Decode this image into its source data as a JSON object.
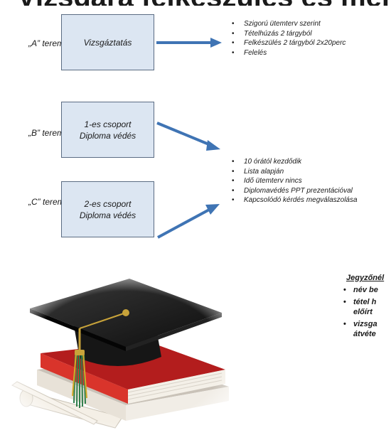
{
  "title_fragment": "Vizsgára felkészülés és menet",
  "rooms": [
    {
      "label": "„A” terem",
      "box_text": "Vizsgáztatás"
    },
    {
      "label": "„B” terem",
      "box_text": "1-es csoport\nDiploma védés"
    },
    {
      "label": "„C” terem",
      "box_text": "2-es csoport\nDiploma védés"
    }
  ],
  "bullets_a": [
    "Szigorú ütemterv szerint",
    "Tételhúzás 2 tárgyból",
    "Felkészülés 2 tárgyból 2x20perc",
    "Felelés"
  ],
  "bullets_bc": [
    "10 órától kezdődik",
    "Lista alapján",
    "Idő ütemterv nincs",
    "Diplomavédés PPT prezentációval",
    "Kapcsolódó kérdés megválaszolása"
  ],
  "notes": {
    "title": "Jegyzőnél",
    "items": [
      {
        "line1": "név be",
        "line2": ""
      },
      {
        "line1": "tétel h",
        "line2": "előírt"
      },
      {
        "line1": "vizsga",
        "line2": "átvéte"
      }
    ]
  },
  "colors": {
    "box_fill": "#dce6f2",
    "box_border": "#5b6c83",
    "arrow": "#3f74b4"
  },
  "icons": {
    "picture": "graduation-cap-diploma-books-photo"
  }
}
